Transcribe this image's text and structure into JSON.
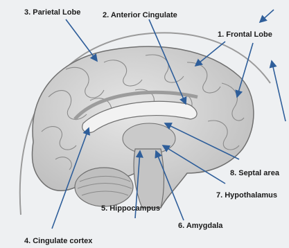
{
  "labels": {
    "frontal": "1. Frontal Lobe",
    "anterior_cingulate": "2. Anterior Cingulate",
    "parietal": "3. Parietal Lobe",
    "cingulate_cortex": "4. Cingulate cortex",
    "hippocampus": "5. Hippocampus",
    "amygdala": "6. Amygdala",
    "hypothalamus": "7. Hypothalamus",
    "septal": "8. Septal area"
  },
  "colors": {
    "background": "#eef0f2",
    "arrow": "#2e5e9a",
    "brain_fill": "#d3d3d3",
    "brain_outline": "#6f6f6f"
  }
}
